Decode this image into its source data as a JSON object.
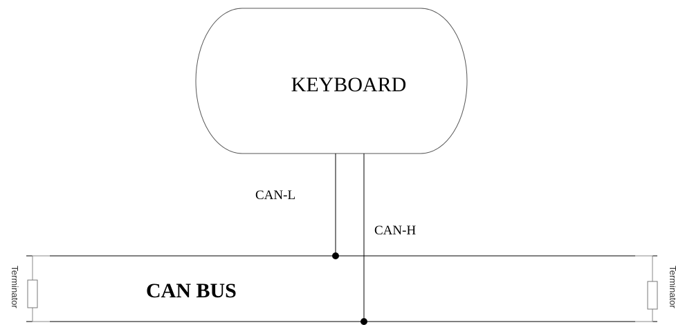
{
  "diagram": {
    "keyboard_label": "KEYBOARD",
    "can_l_label": "CAN-L",
    "can_h_label": "CAN-H",
    "bus_label": "CAN BUS",
    "terminator_left_label": "Terminator",
    "terminator_right_label": "Terminator"
  }
}
